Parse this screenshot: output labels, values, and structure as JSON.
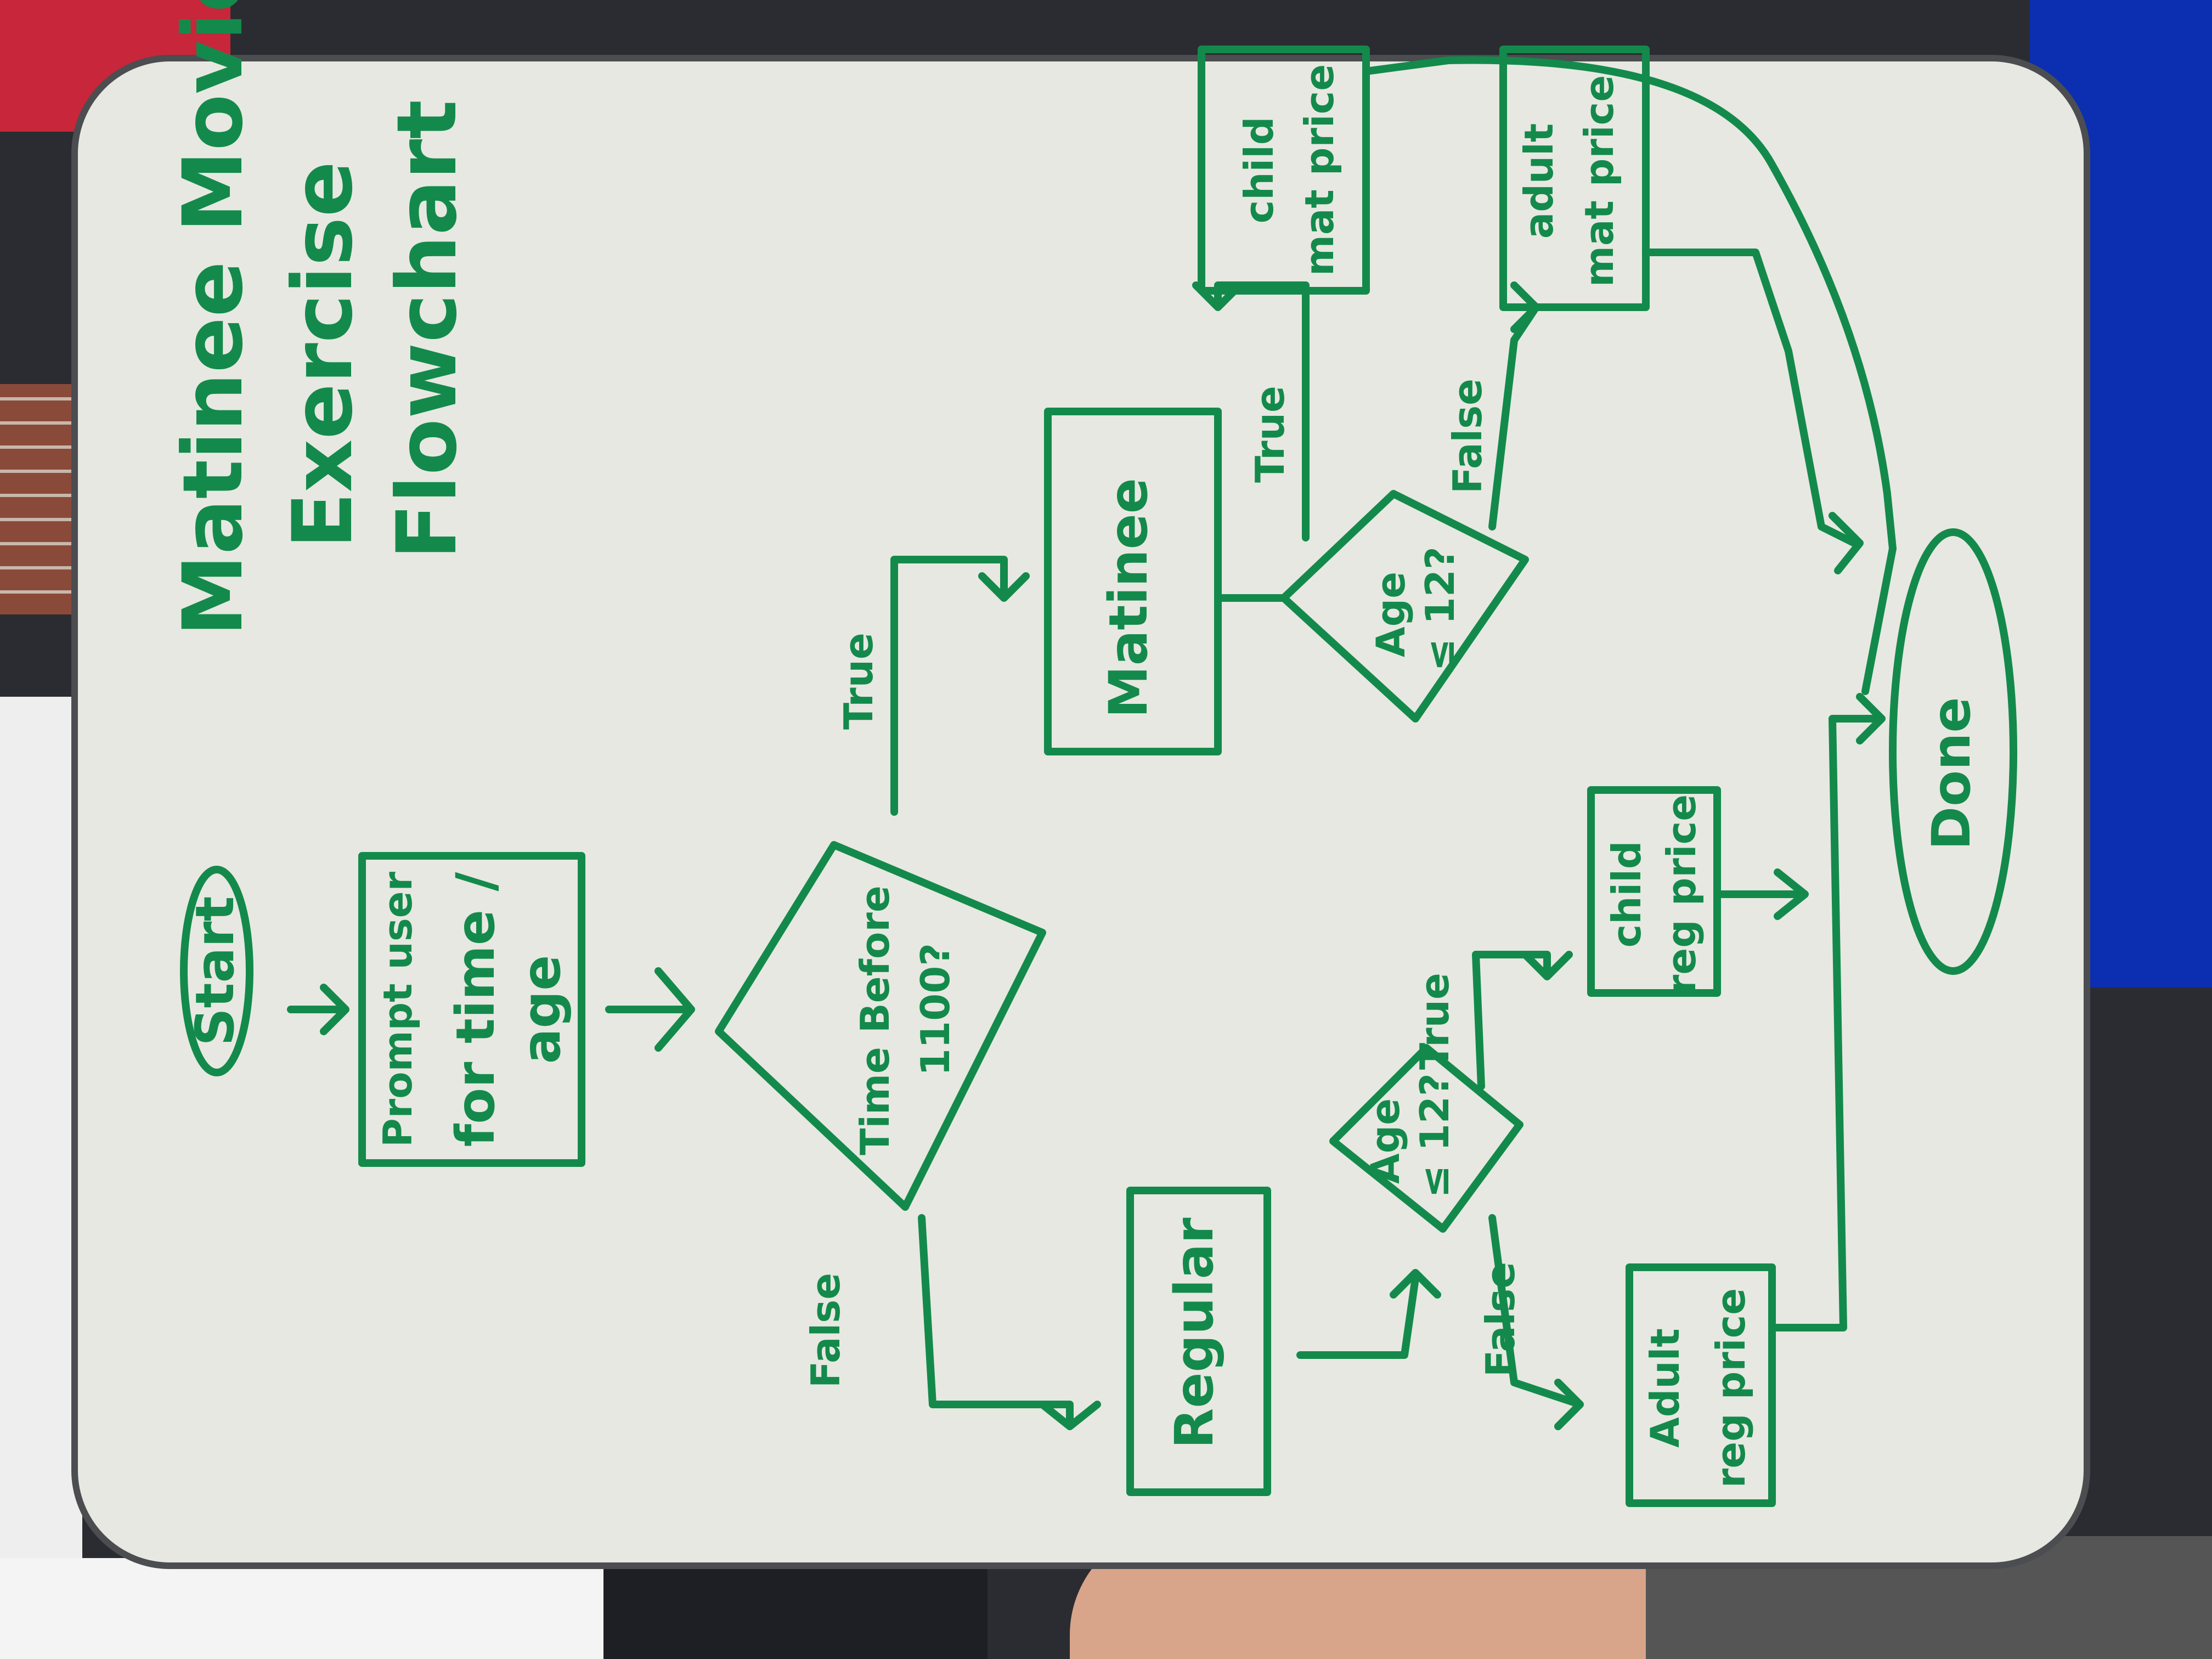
{
  "board": {
    "title": "Matinee Movie",
    "subtitle": "Exercise",
    "kind": "Flowchart",
    "ink_color": "#138a4b"
  },
  "flow": {
    "start": "Start",
    "prompt_line1": "Prompt user",
    "prompt_line2": "for time /",
    "prompt_line3": "age",
    "decision_time_line1": "Time Before",
    "decision_time_line2": "1100?",
    "edge_true": "True",
    "edge_false": "False",
    "matinee": "Matinee",
    "regular": "Regular",
    "decision_age_top_line1": "Age",
    "decision_age_top_line2": "≤ 12?",
    "edge_true_2": "True",
    "edge_false_2": "False",
    "child_mat_line1": "child",
    "child_mat_line2": "mat price",
    "adult_mat_line1": "adult",
    "adult_mat_line2": "mat price",
    "decision_age_bottom_line1": "Age",
    "decision_age_bottom_line2": "≤ 12?",
    "edge_true_3": "True",
    "edge_false_3": "False",
    "child_reg_line1": "child",
    "child_reg_line2": "reg price",
    "adult_reg_line1": "Adult",
    "adult_reg_line2": "reg price",
    "done": "Done"
  }
}
